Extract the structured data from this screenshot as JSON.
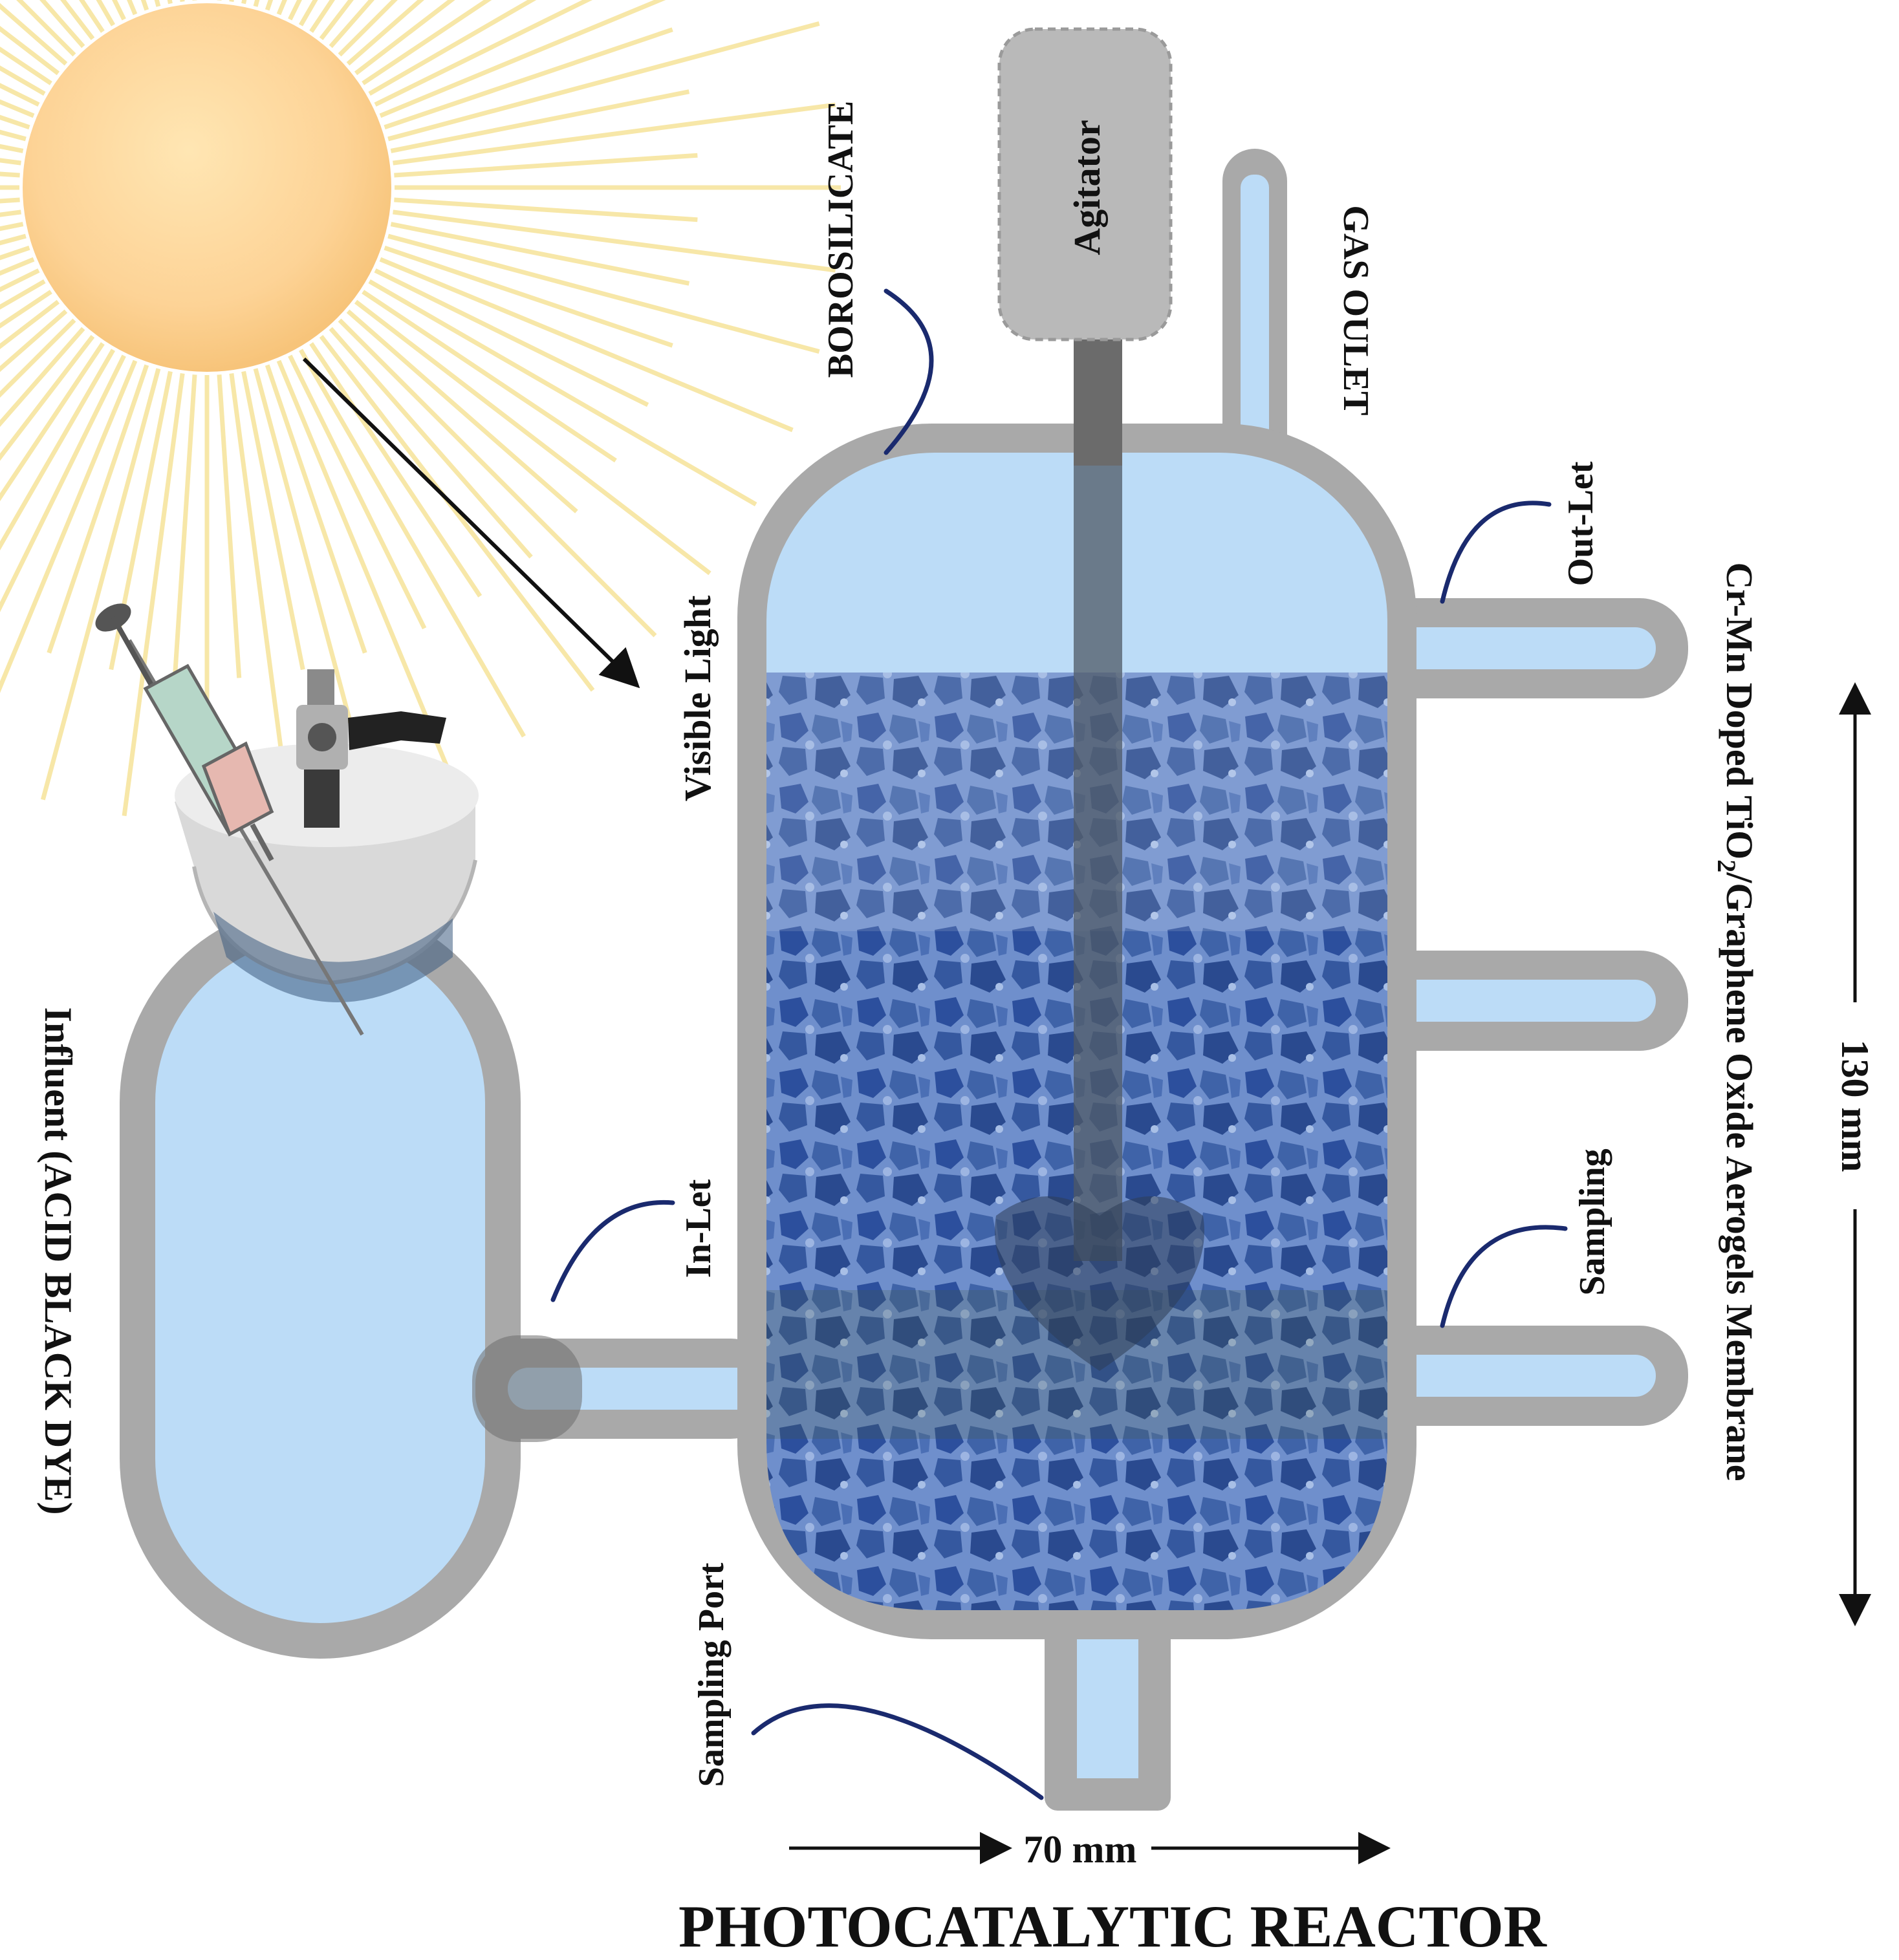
{
  "title": "PHOTOCATALYTIC REACTOR",
  "labels": {
    "influent": "Influent (ACID BLACK DYE)",
    "borosilicate": "BOROSILICATE",
    "agitator": "Agitator",
    "gas_outlet": "GAS OULET",
    "out_let": "Out-Let",
    "in_let": "In-Let",
    "visible_light": "Visible Light",
    "sampling": "Sampling",
    "sampling_port": "Sampling Port",
    "membrane_pre": "Cr-Mn Doped TiO",
    "membrane_sub": "2",
    "membrane_post": "/Graphene Oxide Aerogels Membrane"
  },
  "dimensions": {
    "width_label": "70 mm",
    "height_label": "130 mm"
  },
  "colors": {
    "glass_wall": "#a9a9a9",
    "liquid": "#bcdcf7",
    "membrane": "#3d64b4",
    "leader_lines": "#1a2a6e",
    "sun_core": "#ffd88a",
    "sun_rays": "#f7e7a8",
    "agitator_body": "#b9b9b9"
  }
}
